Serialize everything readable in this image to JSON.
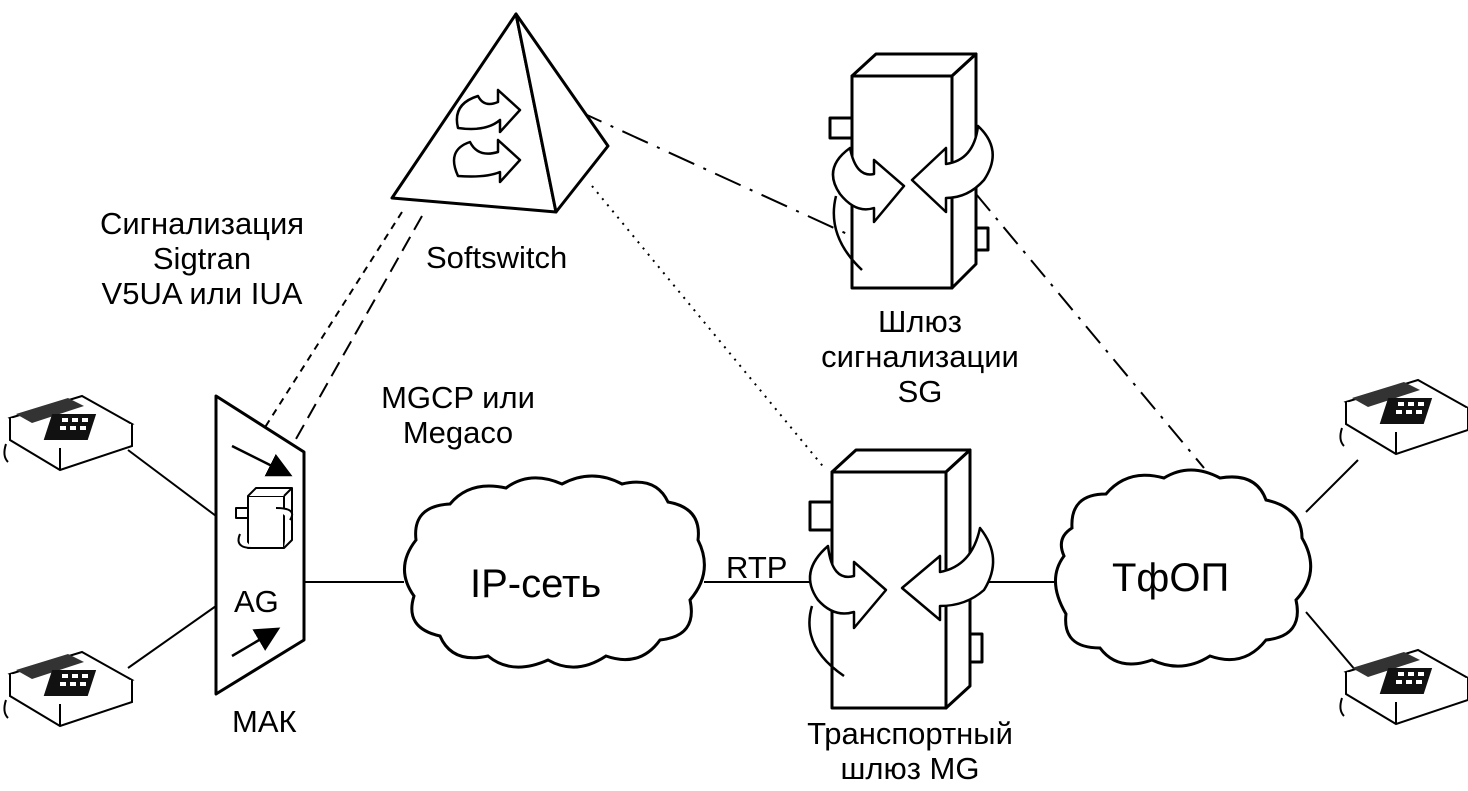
{
  "labels": {
    "signaling_line1": "Сигнализация",
    "signaling_line2": "Sigtran",
    "signaling_line3": "V5UA  или IUA",
    "softswitch": "Softswitch",
    "sg_line1": "Шлюз",
    "sg_line2": "сигнализации",
    "sg_line3": "SG",
    "mgcp_line1": "MGCP или",
    "mgcp_line2": "Megaco",
    "ag": "AG",
    "mak": "МАК",
    "ip_network": "IP-сеть",
    "rtp": "RTP",
    "pstn": "ТфОП",
    "mg_line1": "Транспортный",
    "mg_line2": "шлюз MG"
  },
  "colors": {
    "ink": "#000000",
    "background": "#ffffff"
  }
}
